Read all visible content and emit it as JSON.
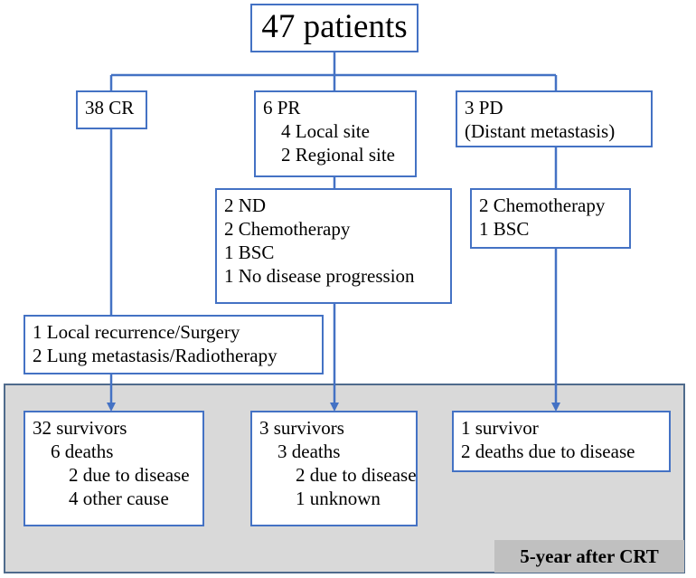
{
  "root": {
    "label": "47 patients"
  },
  "responses": {
    "cr": {
      "lines": [
        "38 CR"
      ]
    },
    "pr": {
      "lines": [
        "6 PR",
        "4 Local site",
        "2 Regional site"
      ]
    },
    "pd": {
      "lines": [
        "3 PD",
        "(Distant metastasis)"
      ]
    }
  },
  "treatments": {
    "cr": {
      "lines": [
        "1 Local recurrence/Surgery",
        "2 Lung metastasis/Radiotherapy"
      ]
    },
    "pr": {
      "lines": [
        "2 ND",
        "2 Chemotherapy",
        "1 BSC",
        "1 No disease progression"
      ]
    },
    "pd": {
      "lines": [
        "2 Chemotherapy",
        "1 BSC"
      ]
    }
  },
  "outcomes": {
    "panel_label": "5-year after CRT",
    "cr": {
      "lines": [
        "32 survivors",
        "6 deaths",
        "2 due to disease",
        "4 other cause"
      ]
    },
    "pr": {
      "lines": [
        "3 survivors",
        "3 deaths",
        "2 due to disease",
        "1 unknown"
      ]
    },
    "pd": {
      "lines": [
        "1 survivor",
        "2 deaths due to disease"
      ]
    }
  },
  "colors": {
    "box_border": "#4472c4",
    "connector": "#4472c4",
    "panel_fill": "#d9d9d9",
    "panel_label_fill": "#c0c0c0"
  }
}
